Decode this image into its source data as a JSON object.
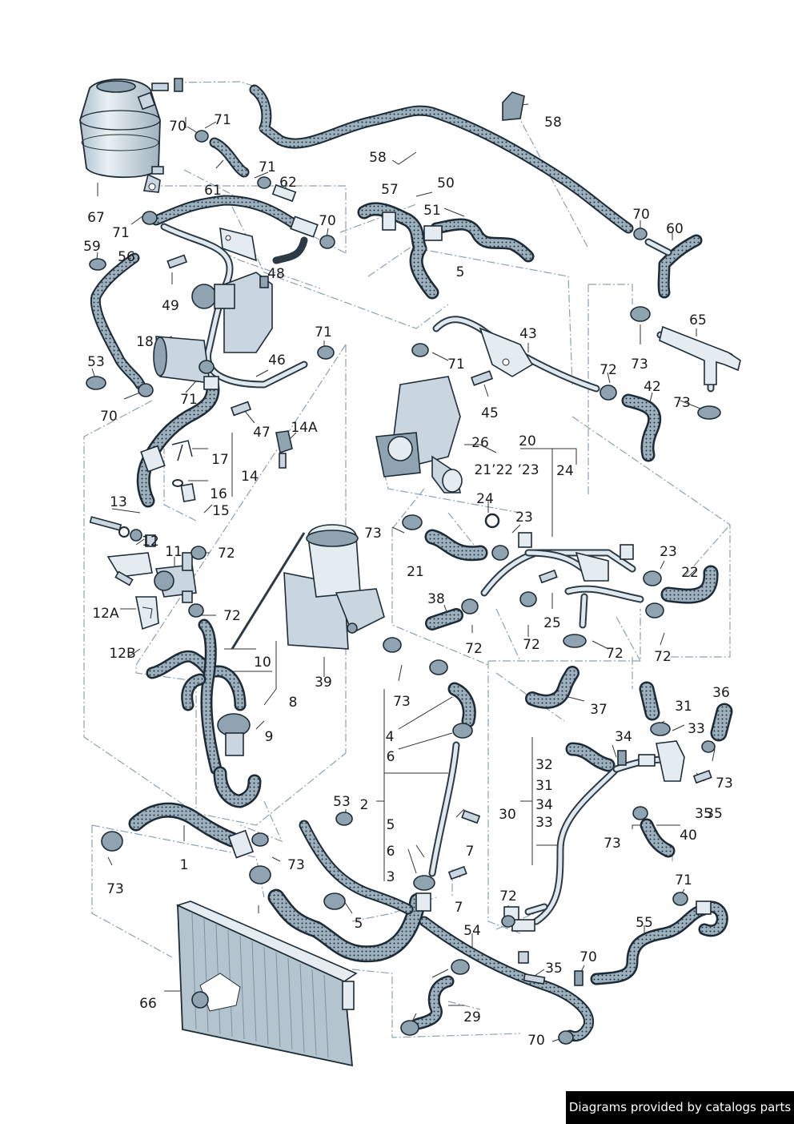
{
  "footer": {
    "caption": "Diagrams provided by catalogs parts"
  },
  "colors": {
    "hose": "#1d2b36",
    "hose_dots": "#9db0bd",
    "part_fill": "#c9d6df",
    "group_line": "#8fa0ad"
  },
  "part_labels": [
    "1",
    "2",
    "3",
    "4",
    "5",
    "5",
    "5",
    "6",
    "6",
    "7",
    "7",
    "8",
    "9",
    "10",
    "11",
    "12",
    "12A",
    "12B",
    "13",
    "14",
    "14A",
    "15",
    "16",
    "17",
    "18",
    "20",
    "21",
    "21’22 ’23",
    "22",
    "23",
    "23",
    "24",
    "24",
    "25",
    "26",
    "29",
    "30",
    "31",
    "31",
    "32",
    "33",
    "33",
    "34",
    "34",
    "35",
    "35",
    "35",
    "36",
    "37",
    "38",
    "39",
    "40",
    "42",
    "43",
    "45",
    "46",
    "47",
    "48",
    "49",
    "50",
    "51",
    "53",
    "53",
    "54",
    "55",
    "56",
    "57",
    "58",
    "58",
    "59",
    "60",
    "61",
    "62",
    "65",
    "66",
    "67",
    "70",
    "70",
    "70",
    "70",
    "70",
    "70",
    "71",
    "71",
    "71",
    "71",
    "71",
    "71",
    "71",
    "72",
    "72",
    "72",
    "72",
    "72",
    "72",
    "72",
    "72",
    "73",
    "73",
    "73",
    "73",
    "73",
    "73",
    "73",
    "73"
  ]
}
